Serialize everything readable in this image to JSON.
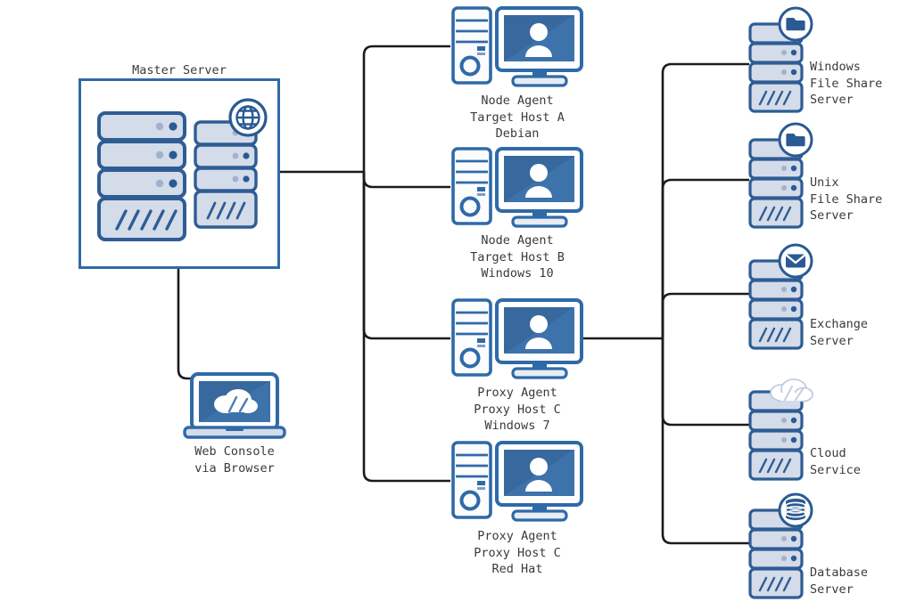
{
  "diagram": {
    "title": "Master Server",
    "colors": {
      "accent_border": "#2f6aa8",
      "server_fill": "#d4dbe9",
      "server_stroke": "#2e5d94",
      "screen_blue": "#37689e",
      "screen_blue_light": "#4477ad",
      "line": "#1b1b1b",
      "text": "#3a3a3a",
      "white": "#ffffff"
    },
    "master_group": {
      "title": "Master Server",
      "icons": [
        {
          "name": "server-stack-large",
          "badge": "none"
        },
        {
          "name": "server-stack-small",
          "badge": "globe-icon"
        }
      ]
    },
    "console": {
      "icon": "laptop-cloud-icon",
      "label": "Web Console\nvia Browser"
    },
    "agents": [
      {
        "id": "agent-a",
        "icon": "workstation-icon",
        "label": "Node Agent\nTarget Host A\nDebian"
      },
      {
        "id": "agent-b",
        "icon": "workstation-icon",
        "label": "Node Agent\nTarget Host B\nWindows 10"
      },
      {
        "id": "agent-c",
        "icon": "workstation-icon",
        "label": "Proxy Agent\nProxy Host C\nWindows 7"
      },
      {
        "id": "agent-d",
        "icon": "workstation-icon",
        "label": "Proxy Agent\nProxy Host C\nRed Hat"
      }
    ],
    "targets": [
      {
        "id": "target-windows-file-share",
        "badge": "folder-icon",
        "label": "Windows\nFile Share\nServer"
      },
      {
        "id": "target-unix-file-share",
        "badge": "folder-icon",
        "label": "Unix\nFile Share\nServer"
      },
      {
        "id": "target-exchange",
        "badge": "envelope-icon",
        "label": "Exchange\nServer"
      },
      {
        "id": "target-cloud",
        "badge": "cloud-icon",
        "label": "Cloud\nService"
      },
      {
        "id": "target-database",
        "badge": "database-icon",
        "label": "Database\nServer"
      }
    ]
  }
}
